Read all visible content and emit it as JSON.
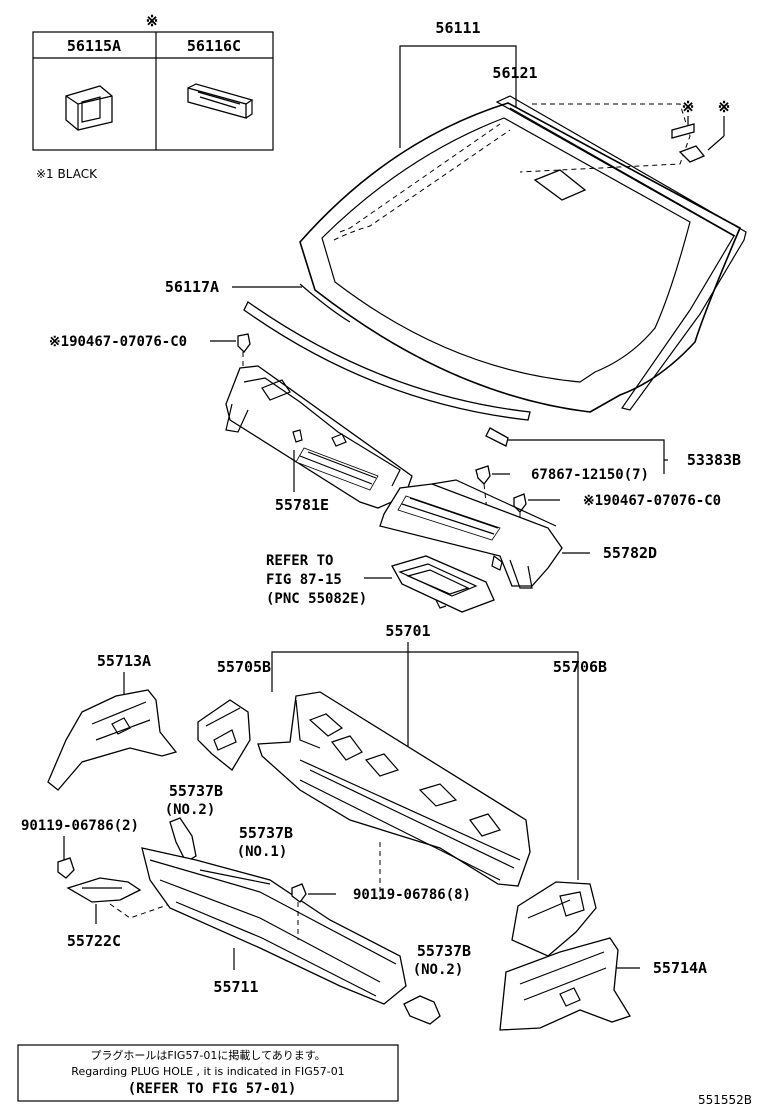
{
  "inset": {
    "mark": "※",
    "col1": "56115A",
    "col2": "56116C",
    "note": "※1 BLACK"
  },
  "labels": {
    "p56111": "56111",
    "p56121": "56121",
    "mark_a": "※",
    "mark_b": "※",
    "p56117A": "56117A",
    "p90467a": "※190467-07076-C0",
    "p53383B": "53383B",
    "p67867": "67867-12150(7)",
    "p90467b": "※190467-07076-C0",
    "p55781E": "55781E",
    "p55782D": "55782D",
    "refer1": "REFER TO",
    "refer2": "FIG 87-15",
    "refer3": "(PNC 55082E)",
    "p55701": "55701",
    "p55713A": "55713A",
    "p55705B": "55705B",
    "p55706B": "55706B",
    "p55737B_a": "55737B",
    "no2_a": "(NO.2)",
    "p90119a": "90119-06786(2)",
    "p55737B_b": "55737B",
    "no1": "(NO.1)",
    "p90119b": "90119-06786(8)",
    "p55722C": "55722C",
    "p55711": "55711",
    "p55737B_c": "55737B",
    "no2_c": "(NO.2)",
    "p55714A": "55714A"
  },
  "footer": {
    "line1": "プラグホールはFIG57-01に掲載してあります。",
    "line2": "Regarding PLUG HOLE , it is indicated in FIG57-01",
    "line3": "(REFER TO FIG 57-01)",
    "code": "551552B"
  }
}
